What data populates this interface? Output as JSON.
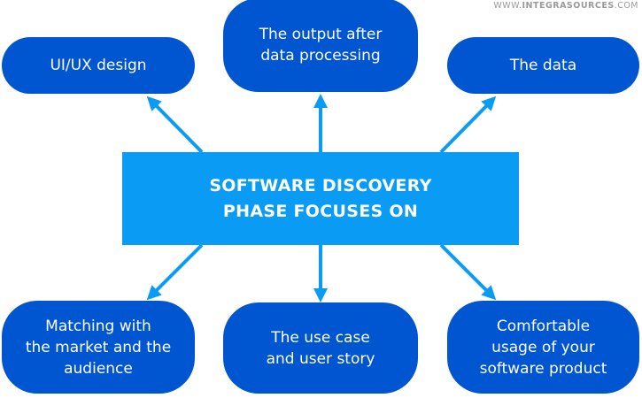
{
  "watermark": {
    "prefix": "WWW.",
    "brand": "INTEGRASOURCES",
    "suffix": ".COM"
  },
  "center": {
    "title": "SOFTWARE DISCOVERY\nPHASE FOCUSES ON"
  },
  "nodes": [
    {
      "label": "UI/UX design"
    },
    {
      "label": "The output after\ndata processing"
    },
    {
      "label": "The data"
    },
    {
      "label": "Matching with\nthe market and the\naudience"
    },
    {
      "label": "The use case\nand user story"
    },
    {
      "label": "Comfortable\nusage of your\nsoftware product"
    }
  ],
  "colors": {
    "center": "#0a9bf5",
    "node": "#0055d0",
    "arrow": "#0a9bf5"
  }
}
